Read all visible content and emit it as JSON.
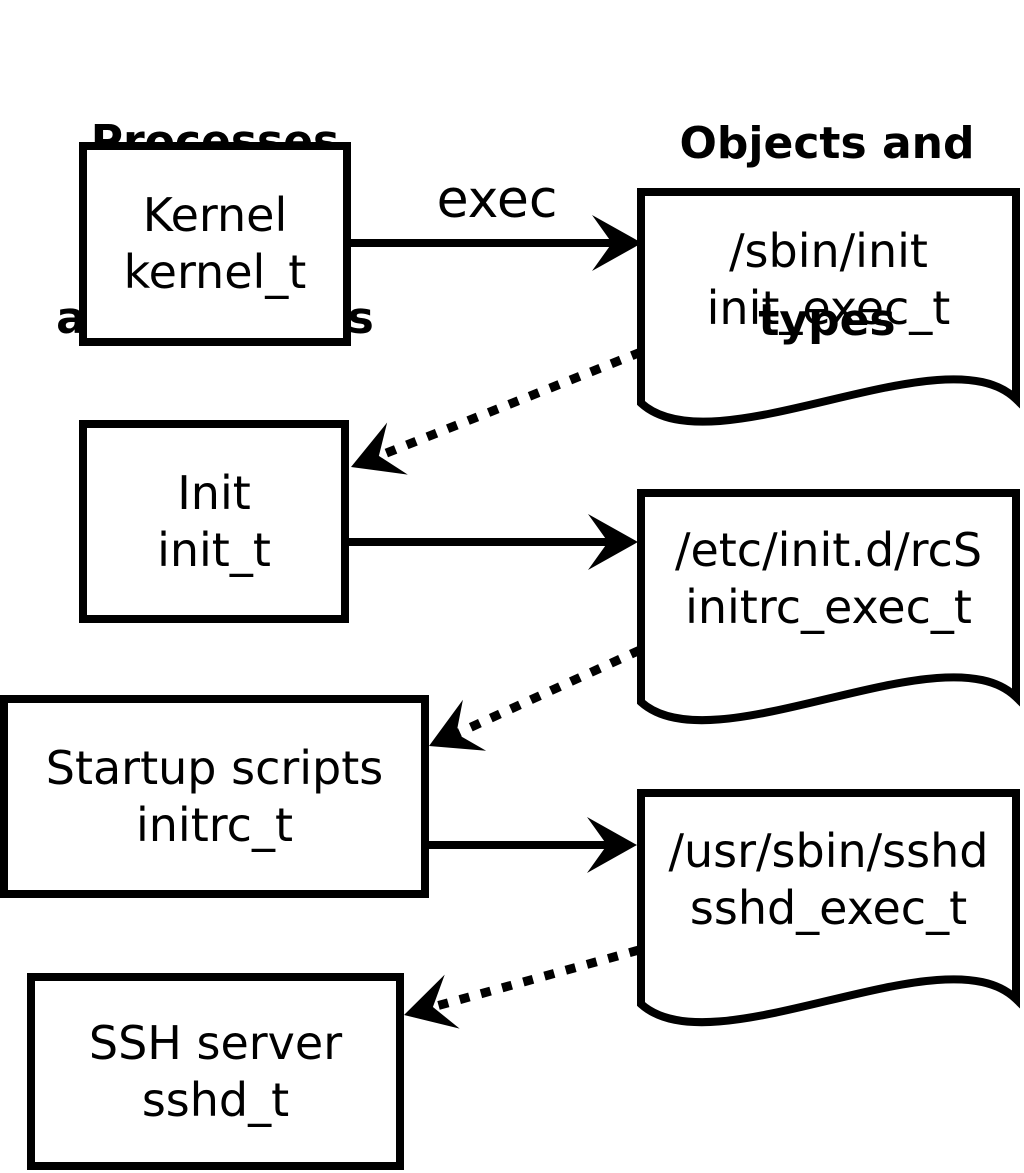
{
  "headers": {
    "left": {
      "line1": "Processes",
      "line2": "and domains"
    },
    "right": {
      "line1": "Objects and",
      "line2": "types"
    }
  },
  "edge_labels": {
    "exec": "exec"
  },
  "processes": [
    {
      "label": "Kernel",
      "domain": "kernel_t"
    },
    {
      "label": "Init",
      "domain": "init_t"
    },
    {
      "label": "Startup scripts",
      "domain": "initrc_t"
    },
    {
      "label": "SSH server",
      "domain": "sshd_t"
    }
  ],
  "objects": [
    {
      "path": "/sbin/init",
      "type": "init_exec_t"
    },
    {
      "path": "/etc/init.d/rcS",
      "type": "initrc_exec_t"
    },
    {
      "path": "/usr/sbin/sshd",
      "type": "sshd_exec_t"
    }
  ],
  "colors": {
    "foreground": "#000000",
    "background": "#ffffff"
  }
}
